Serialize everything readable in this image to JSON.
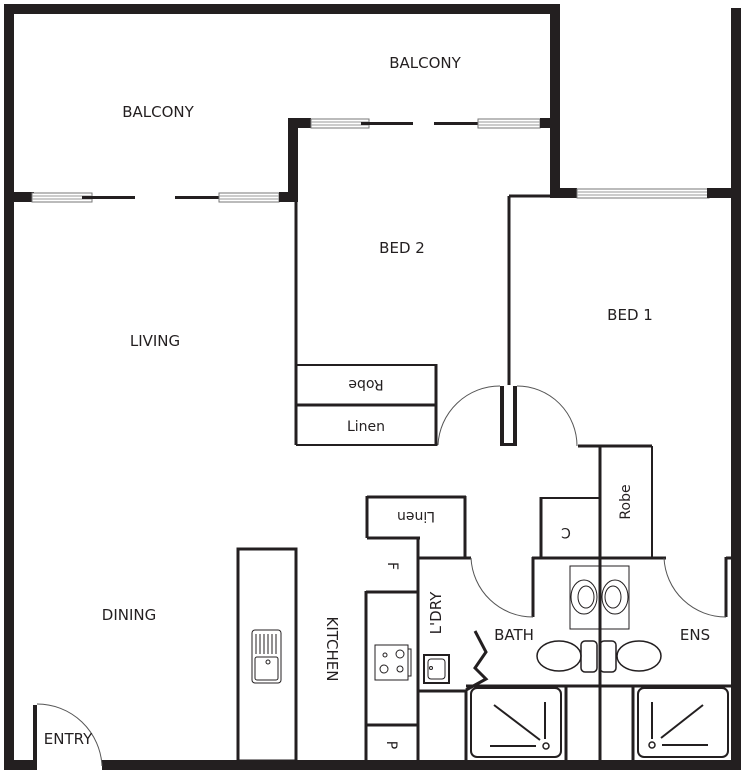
{
  "plan": {
    "rooms": {
      "balcony_left": "BALCONY",
      "balcony_right": "BALCONY",
      "living": "LIVING",
      "bed2": "BED 2",
      "bed1": "BED 1",
      "dining": "DINING",
      "kitchen": "KITCHEN",
      "laundry": "L'DRY",
      "bath": "BATH",
      "ensuite": "ENS",
      "entry": "ENTRY"
    },
    "storage": {
      "robe_bed2": "Robe",
      "linen_bed2": "Linen",
      "linen_hall": "Linen",
      "fridge": "F",
      "pantry": "P",
      "cupboard": "C",
      "robe_bed1": "Robe"
    },
    "colors": {
      "wall": "#231f20",
      "background": "#ffffff"
    }
  }
}
